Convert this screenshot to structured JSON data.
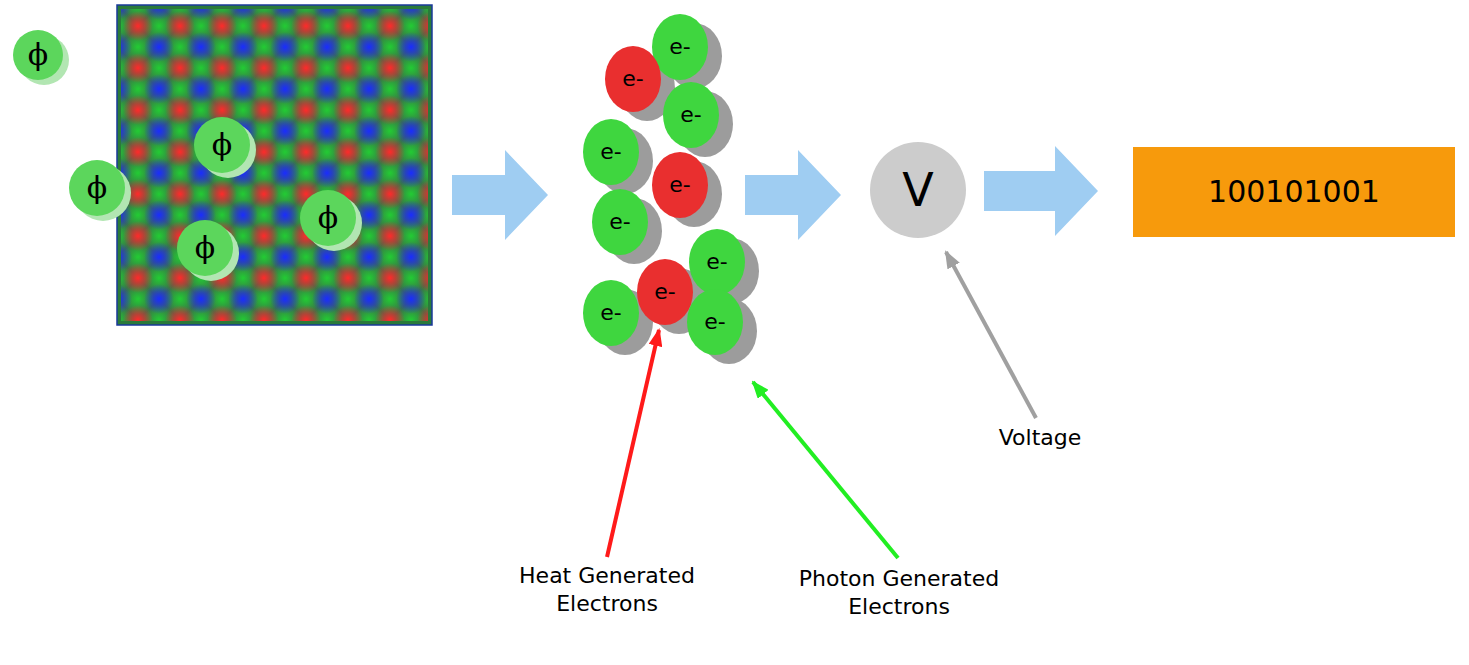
{
  "diagram": {
    "nodes": [
      {
        "text": [
          "ϕ"
        ]
      },
      {
        "text": [
          "ϕ"
        ]
      },
      {
        "text": [
          "ϕ"
        ]
      },
      {
        "text": [
          "ϕ"
        ]
      },
      {
        "text": [
          "ϕ"
        ]
      },
      {
        "text": [
          "e-"
        ]
      },
      {
        "text": [
          "e-"
        ]
      },
      {
        "text": [
          "e-"
        ]
      },
      {
        "text": [
          "e-"
        ]
      },
      {
        "text": [
          "e-"
        ]
      },
      {
        "text": [
          "e-"
        ]
      },
      {
        "text": [
          "e-"
        ]
      },
      {
        "text": [
          "e-"
        ]
      },
      {
        "text": [
          "e-"
        ]
      },
      {
        "text": [
          "e-"
        ]
      },
      {
        "text": [
          "V"
        ]
      },
      {
        "text": [
          "100101001"
        ]
      }
    ],
    "edges": [
      {
        "from": 15,
        "to": 16,
        "arrow": "to"
      }
    ],
    "labels": [
      "Heat Generated Electrons",
      "Photon Generated Electrons",
      "Voltage"
    ]
  }
}
